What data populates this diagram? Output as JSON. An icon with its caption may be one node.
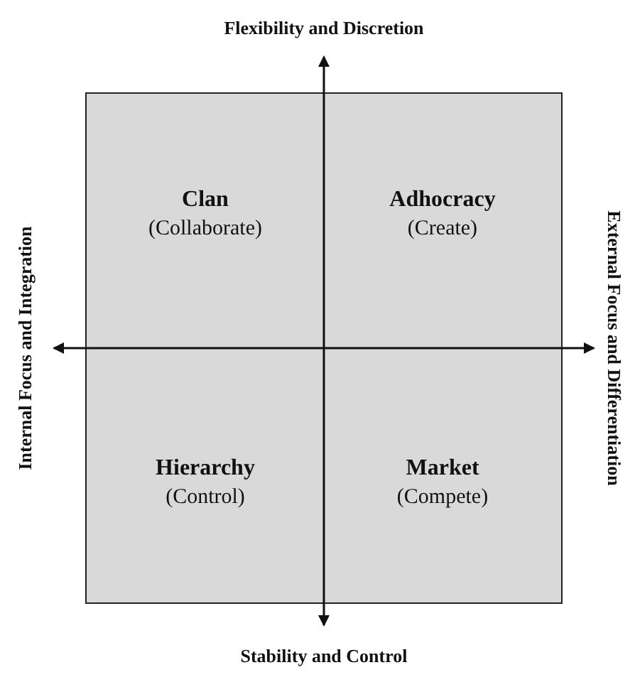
{
  "diagram": {
    "nodes": [
      {
        "text": [
          "Clan",
          "(Collaborate)"
        ]
      },
      {
        "text": [
          "Adhocracy",
          "(Create)"
        ]
      },
      {
        "text": [
          "Hierarchy",
          "(Control)"
        ]
      },
      {
        "text": [
          "Market",
          "(Compete)"
        ]
      }
    ],
    "labels": [
      "Flexibility and Discretion",
      "Internal Focus and Integration",
      "External Focus and Differentiation",
      "Stability and Control"
    ]
  }
}
